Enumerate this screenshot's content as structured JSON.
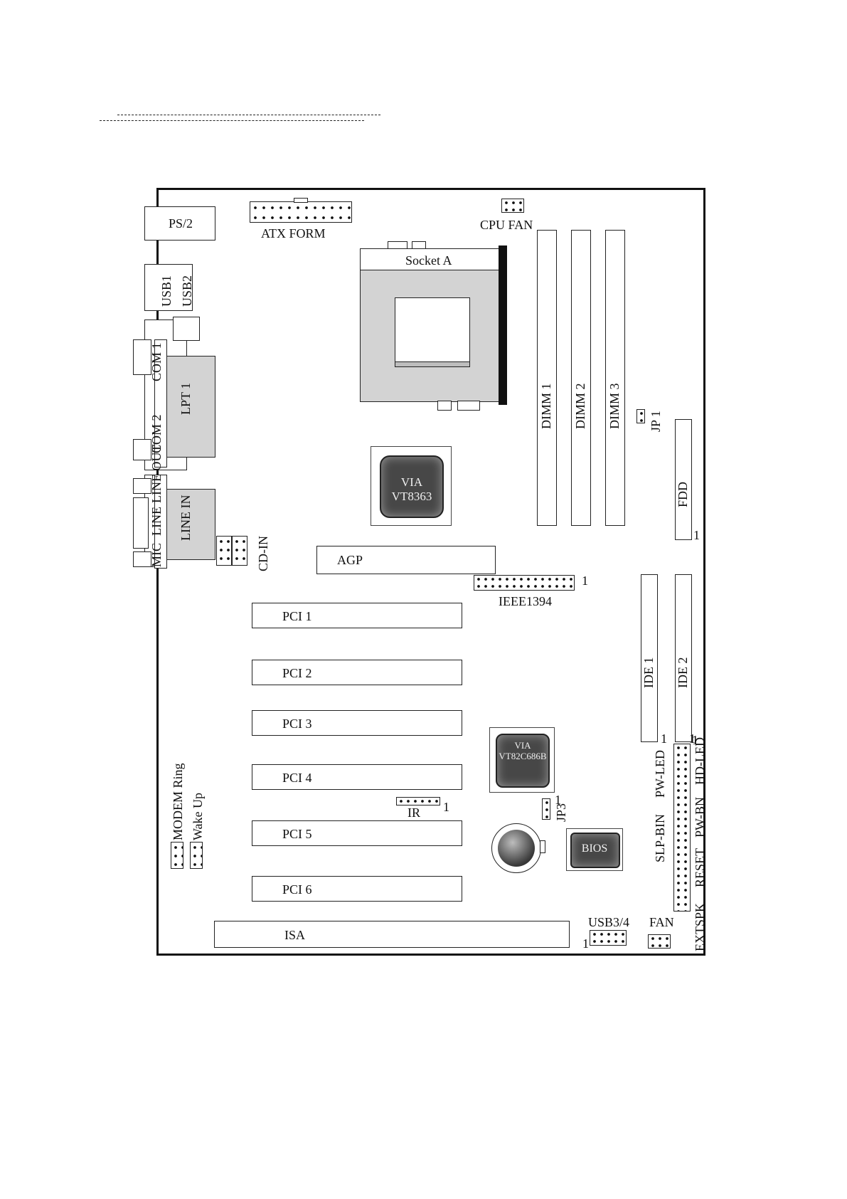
{
  "board": {
    "ports": {
      "ps2": "PS/2",
      "usb1": "USB1",
      "usb2": "USB2",
      "com1": "COM 1",
      "lpt1": "LPT 1",
      "com2": "COM 2",
      "line_out": "LINE OUT",
      "line_in_left": "LINE",
      "mic": "MIC",
      "line_in": "LINE IN"
    },
    "connectors": {
      "atx_power": "ATX FORM",
      "cpu_fan": "CPU FAN",
      "cd_in": "CD-IN",
      "ieee1394": "IEEE1394",
      "ieee1394_pin": "1",
      "ir": "IR",
      "ir_pin": "1",
      "jp1": "JP 1",
      "jp3": "JP3",
      "jp3_pin": "1",
      "modem_ring": "MODEM Ring",
      "wake_up": "Wake Up",
      "usb34": "USB3/4",
      "usb34_pin": "1",
      "fan": "FAN",
      "fdd": "FDD",
      "fdd_pin": "1",
      "ide1": "IDE 1",
      "ide1_pin": "1",
      "ide2": "IDE 2",
      "ide2_pin": "1"
    },
    "cpu": {
      "socket": "Socket A"
    },
    "memory": [
      "DIMM 1",
      "DIMM 2",
      "DIMM 3"
    ],
    "chips": {
      "north_bridge_line1": "VIA",
      "north_bridge_line2": "VT8363",
      "south_bridge_line1": "VIA",
      "south_bridge_line2": "VT82C686B",
      "bios": "BIOS"
    },
    "slots": {
      "agp": "AGP",
      "pci": [
        "PCI 1",
        "PCI 2",
        "PCI 3",
        "PCI 4",
        "PCI 5",
        "PCI 6"
      ],
      "isa": "ISA"
    },
    "front_panel": {
      "hd_led": "HD-LED",
      "pw_bn": "PW-BN",
      "reset": "RESET",
      "extspk": "EXTSPK",
      "pw_led": "PW-LED",
      "slp_bin": "SLP-BIN",
      "pin": "1"
    }
  }
}
